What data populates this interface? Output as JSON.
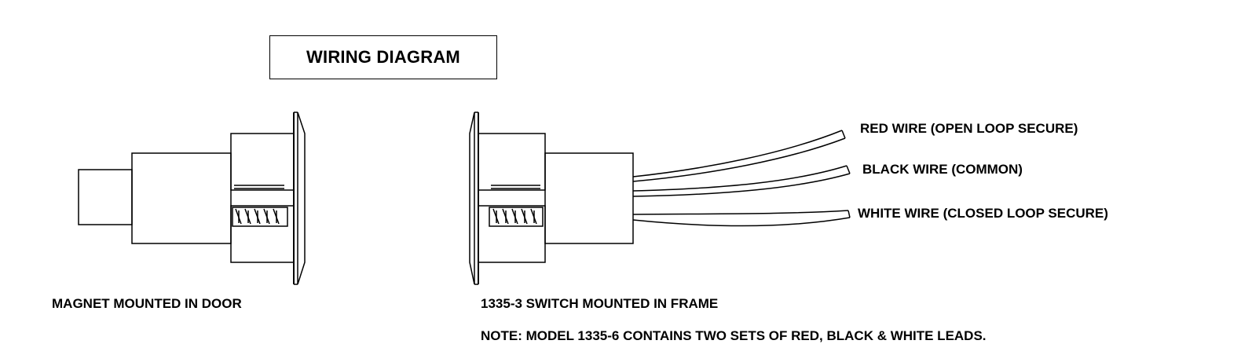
{
  "title": "WIRING DIAGRAM",
  "magnet_label": "MAGNET MOUNTED IN DOOR",
  "switch_label": "1335-3 SWITCH MOUNTED IN FRAME",
  "note": "NOTE: MODEL 1335-6 CONTAINS TWO SETS OF RED, BLACK & WHITE LEADS.",
  "wires": {
    "red": "RED WIRE (OPEN LOOP SECURE)",
    "black": "BLACK WIRE (COMMON)",
    "white": "WHITE WIRE (CLOSED LOOP SECURE)"
  }
}
